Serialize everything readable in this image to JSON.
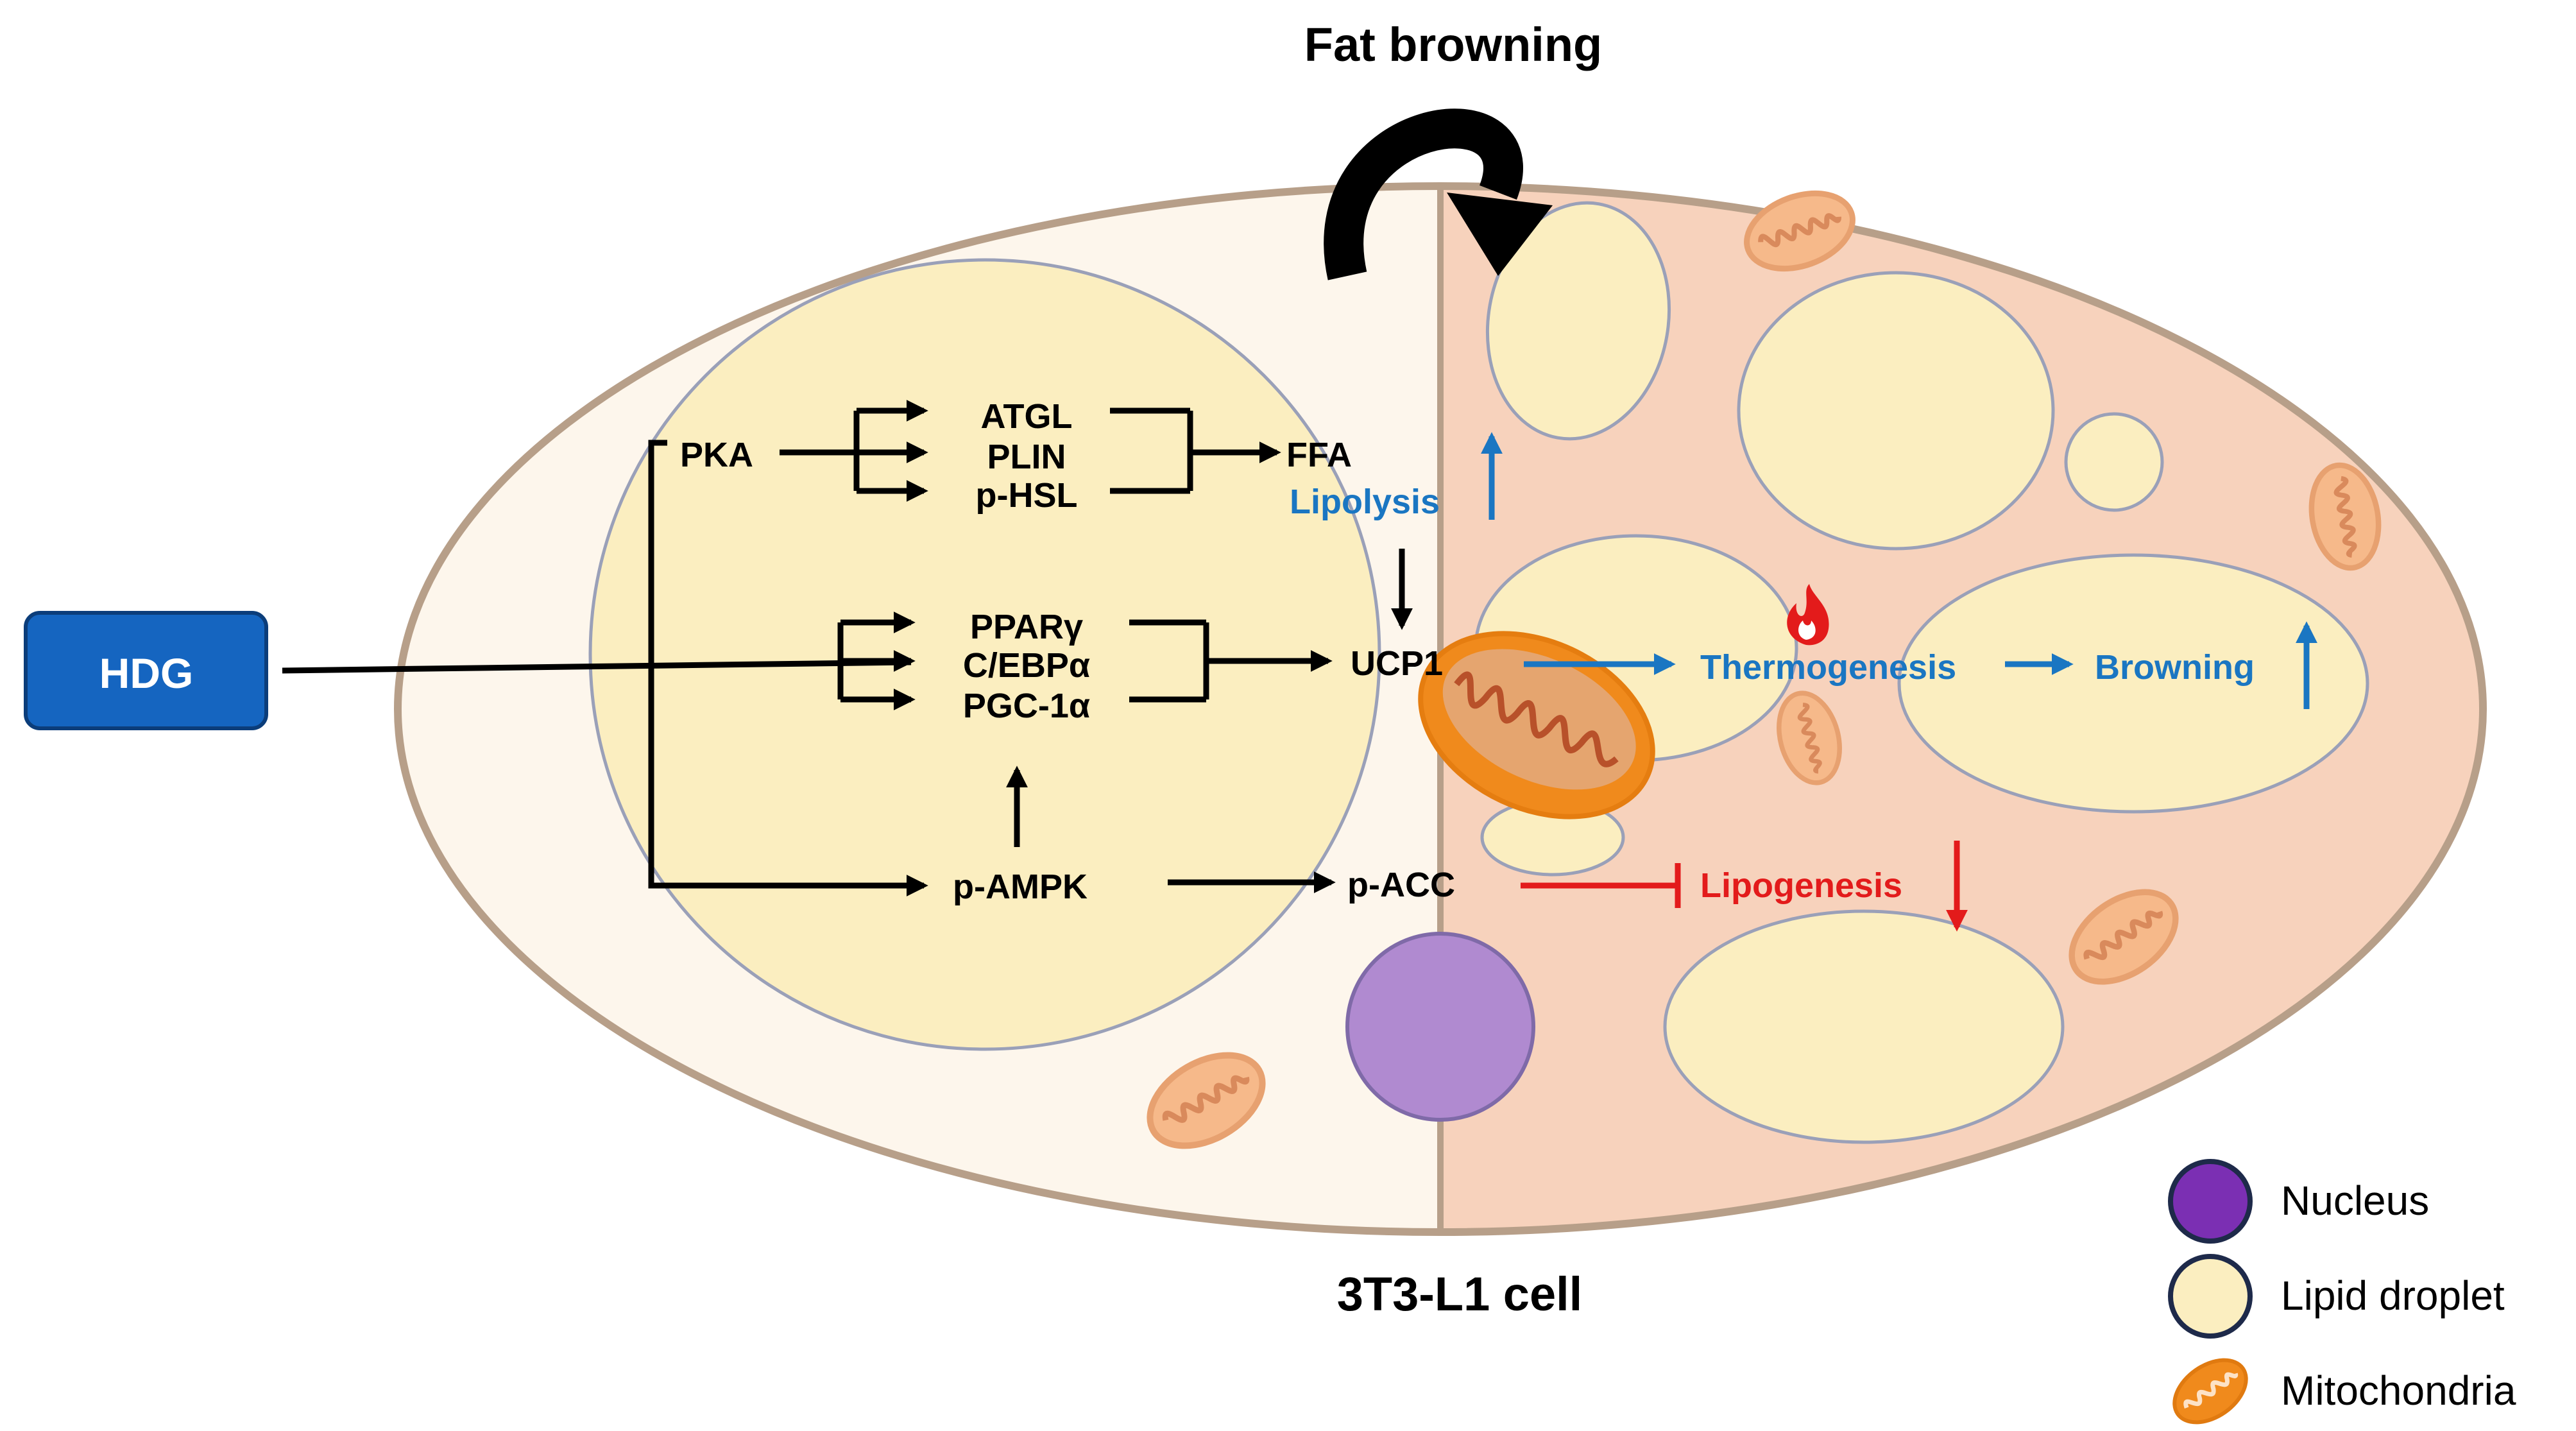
{
  "title": "Fat browning",
  "cell_label": "3T3-L1 cell",
  "input": {
    "label": "HDG"
  },
  "nodes": {
    "pka": "PKA",
    "atgl": "ATGL",
    "plin": "PLIN",
    "phsl": "p-HSL",
    "ffa": "FFA",
    "lipolysis": "Lipolysis",
    "ppar": "PPARγ",
    "cebp": "C/EBPα",
    "pgc": "PGC-1α",
    "ucp1": "UCP1",
    "thermogenesis": "Thermogenesis",
    "browning": "Browning",
    "pampk": "p-AMPK",
    "pacc": "p-ACC",
    "lipogenesis": "Lipogenesis"
  },
  "legend": [
    {
      "label": "Nucleus",
      "icon": "nucleus-icon"
    },
    {
      "label": "Lipid droplet",
      "icon": "lipid-droplet-icon"
    },
    {
      "label": "Mitochondria",
      "icon": "mitochondria-icon"
    }
  ],
  "colors": {
    "input_box": "#1565c0",
    "cell_left": "#fdf6ec",
    "cell_right": "#f7d2bc",
    "cell_border": "#b79f89",
    "lipid": "#fbeec0",
    "nucleus": "#b08ad0",
    "mitochondria": "#f08a1c",
    "blue_text": "#1a76c2",
    "red_text": "#e31b1b"
  }
}
